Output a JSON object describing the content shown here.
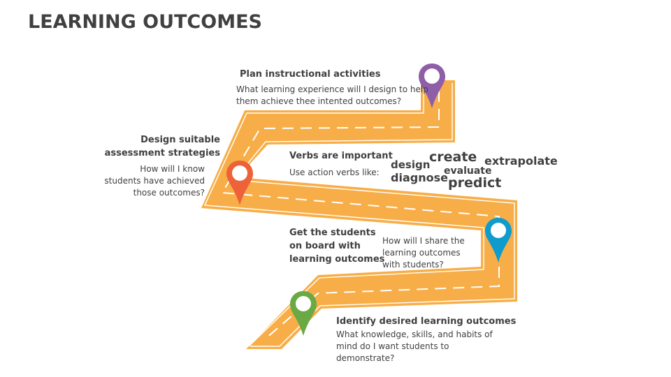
{
  "title": "LEARNING OUTCOMES",
  "colors": {
    "road": "#F7AE48",
    "road_line": "#FFFFFF",
    "text": "#404040",
    "pin_purple": "#8E5EA8",
    "pin_orange": "#EE6239",
    "pin_blue": "#0F9BCB",
    "pin_green": "#6AA943"
  },
  "steps": [
    {
      "id": "plan",
      "heading": "Plan instructional activities",
      "lines": [
        "What learning experience will I design to help",
        "them achieve thee intented outcomes?"
      ],
      "pin_color": "purple"
    },
    {
      "id": "assess",
      "heading_lines": [
        "Design suitable",
        "assessment strategies"
      ],
      "lines": [
        "How will I know",
        "students have achieved",
        "those outcomes?"
      ],
      "pin_color": "orange"
    },
    {
      "id": "onboard",
      "heading_lines": [
        "Get the students",
        "on board with",
        "learning outcomes"
      ],
      "lines": [
        "How will I share the",
        "learning outcomes",
        "with students?"
      ],
      "pin_color": "blue"
    },
    {
      "id": "identify",
      "heading": "Identify desired learning outcomes",
      "lines": [
        "What knowledge, skills, and habits of",
        "mind do I want students to",
        "demonstrate?"
      ],
      "pin_color": "green"
    }
  ],
  "verbs": {
    "heading": "Verbs are important",
    "subtext": "Use action verbs like:",
    "words": [
      "design",
      "create",
      "extrapolate",
      "evaluate",
      "diagnose",
      "predict"
    ]
  }
}
